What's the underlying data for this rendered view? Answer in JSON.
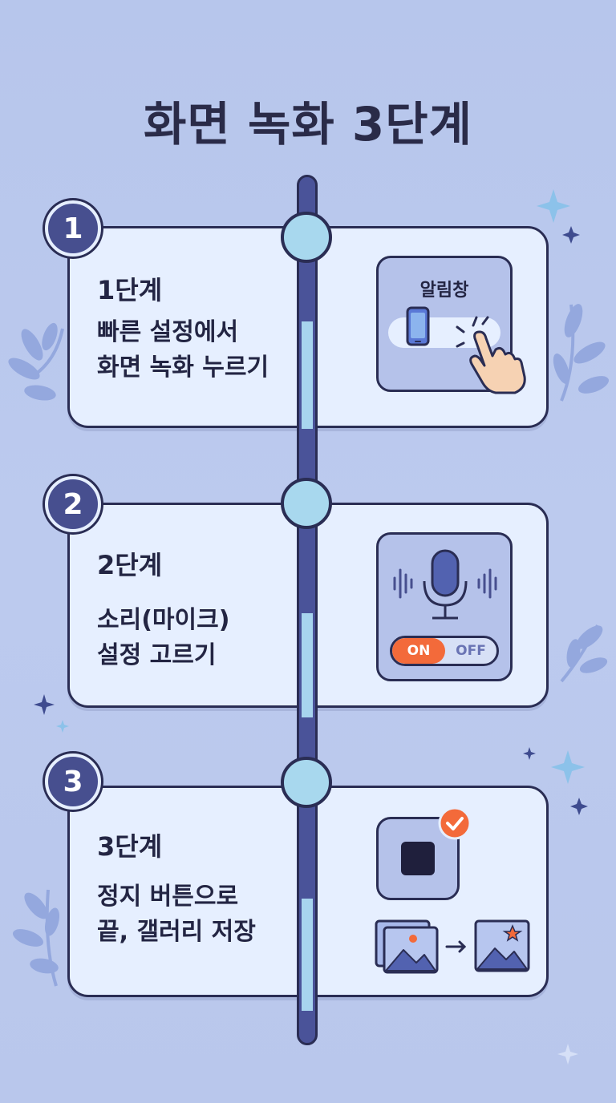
{
  "title": "화면 녹화 3단계",
  "steps": [
    {
      "number": "1",
      "heading": "1단계",
      "desc_line1": "빠른 설정에서",
      "desc_line2": "화면 녹화 누르기",
      "illustration": {
        "label": "알림창",
        "icons": [
          "phone-icon",
          "tap-hand-icon"
        ]
      }
    },
    {
      "number": "2",
      "heading": "2단계",
      "desc_line1": "소리(마이크)",
      "desc_line2": "설정 고르기",
      "illustration": {
        "toggle_on": "ON",
        "toggle_off": "OFF",
        "icons": [
          "microphone-icon",
          "sound-wave-icon"
        ]
      }
    },
    {
      "number": "3",
      "heading": "3단계",
      "desc_line1": "정지 버튼으로",
      "desc_line2": "끝, 갤러리 저장",
      "illustration": {
        "icons": [
          "stop-icon",
          "check-icon",
          "gallery-image-icon",
          "arrow-right-icon",
          "saved-image-icon"
        ]
      }
    }
  ],
  "colors": {
    "background": "#b9c7ec",
    "card": "#e6efff",
    "outline": "#2a2d54",
    "accent_navy": "#474f8f",
    "accent_sky": "#a8d8ee",
    "accent_orange": "#f36a3a"
  }
}
